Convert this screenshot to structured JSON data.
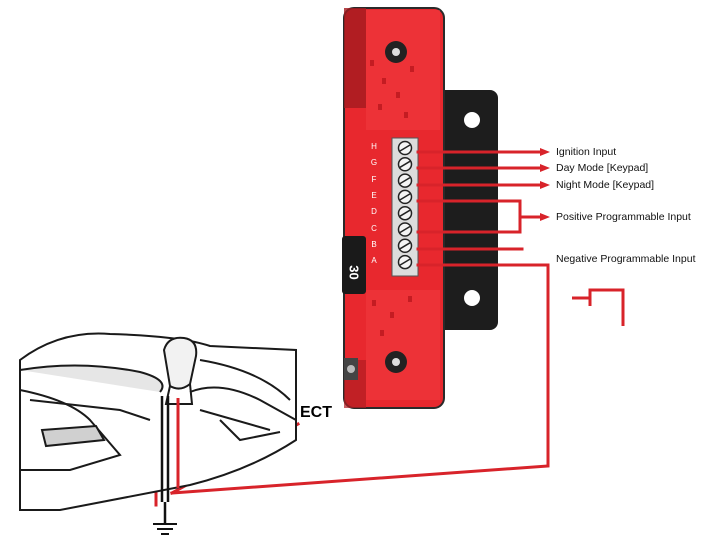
{
  "wire_labels": {
    "ignition": "Ignition Input",
    "day_mode": "Day Mode [Keypad]",
    "night_mode": "Night Mode [Keypad]",
    "positive": "Positive Programmable Input",
    "negative": "Negative Programmable Input"
  },
  "pins": [
    "H",
    "G",
    "F",
    "E",
    "D",
    "C",
    "B",
    "A"
  ],
  "fuse_rating": "30",
  "ect_label": "ECT",
  "colors": {
    "module_red": "#e8282e",
    "module_dark_red": "#c41c22",
    "module_border": "#2a2a2a",
    "wire_red": "#d8232a",
    "mount_black": "#1d1d1d"
  }
}
